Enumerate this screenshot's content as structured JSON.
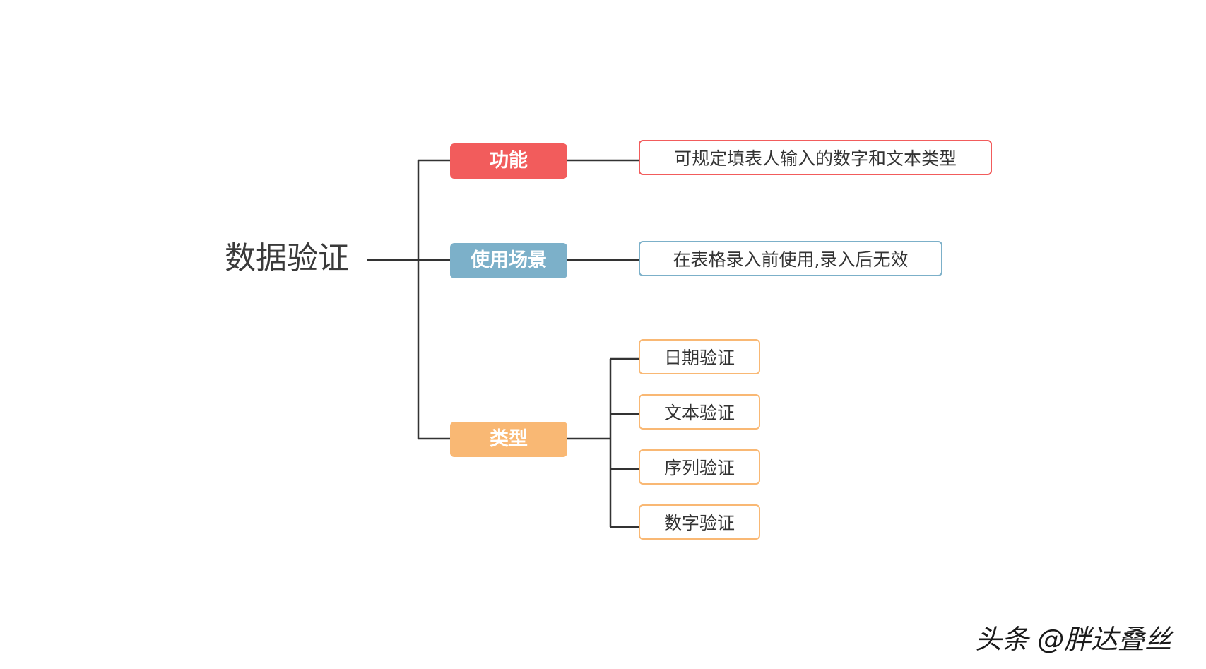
{
  "root": {
    "label": "数据验证"
  },
  "branches": [
    {
      "label": "功能",
      "color": "#f25c5c",
      "children": [
        "可规定填表人输入的数字和文本类型"
      ]
    },
    {
      "label": "使用场景",
      "color": "#7cb0c9",
      "children": [
        "在表格录入前使用,录入后无效"
      ]
    },
    {
      "label": "类型",
      "color": "#f9b874",
      "children": [
        "日期验证",
        "文本验证",
        "序列验证",
        "数字验证"
      ]
    }
  ],
  "connector_color": "#333333",
  "watermark": {
    "text": "头条 @胖达叠丝"
  }
}
